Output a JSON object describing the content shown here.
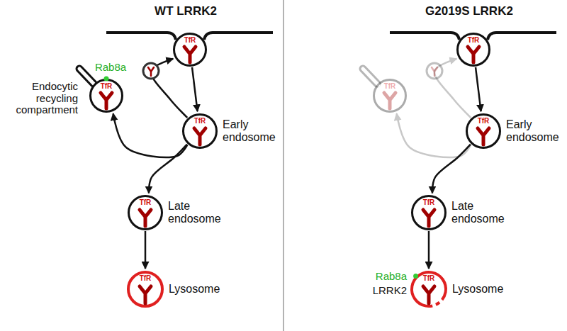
{
  "diagram": {
    "nodes": [
      {
        "text": [
          "TfR"
        ]
      },
      {
        "text": [
          "Rab8a",
          "TfR",
          "Endocytic recycling compartment"
        ]
      },
      {
        "text": [
          "TfR",
          "Early endosome"
        ]
      },
      {
        "text": [
          "TfR",
          "Late endosome"
        ]
      },
      {
        "text": [
          "TfR",
          "Lysosome"
        ]
      },
      {
        "text": [
          "TfR"
        ]
      },
      {
        "text": [
          "TfR"
        ]
      },
      {
        "text": [
          "TfR",
          "Early endosome"
        ]
      },
      {
        "text": [
          "TfR",
          "Late endosome"
        ]
      },
      {
        "text": [
          "TfR",
          "Rab8a",
          "LRRK2",
          "Lysosome"
        ]
      }
    ],
    "edges": [
      {
        "from": 0,
        "to": 2,
        "arrow": "to"
      },
      {
        "from": 2,
        "to": 0,
        "arrow": "to"
      },
      {
        "from": 2,
        "to": 1,
        "arrow": "to"
      },
      {
        "from": 2,
        "to": 3,
        "arrow": "to"
      },
      {
        "from": 3,
        "to": 4,
        "arrow": "to"
      },
      {
        "from": 5,
        "to": 7,
        "arrow": "to"
      },
      {
        "from": 7,
        "to": 5,
        "arrow": "to"
      },
      {
        "from": 7,
        "to": 6,
        "arrow": "to"
      },
      {
        "from": 7,
        "to": 8,
        "arrow": "to"
      },
      {
        "from": 8,
        "to": 9,
        "arrow": "to"
      }
    ],
    "labels": [
      "WT LRRK2",
      "G2019S LRRK2"
    ]
  }
}
